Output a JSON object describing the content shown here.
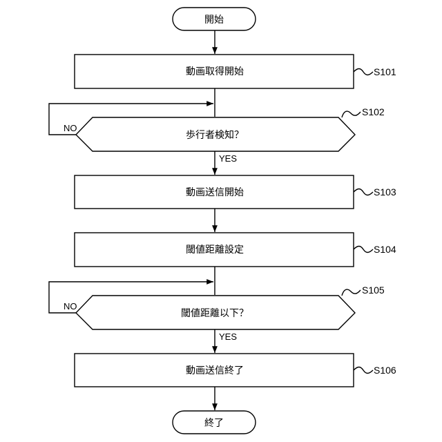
{
  "flowchart": {
    "start": {
      "label": "開始"
    },
    "end": {
      "label": "終了"
    },
    "steps": [
      {
        "id": "S101",
        "label": "動画取得開始",
        "kind": "process"
      },
      {
        "id": "S102",
        "label": "歩行者検知？",
        "kind": "decision",
        "yes": "YES",
        "no": "NO"
      },
      {
        "id": "S103",
        "label": "動画送信開始",
        "kind": "process"
      },
      {
        "id": "S104",
        "label": "閾値距離設定",
        "kind": "process"
      },
      {
        "id": "S105",
        "label": "閾値距離以下？",
        "kind": "decision",
        "yes": "YES",
        "no": "NO"
      },
      {
        "id": "S106",
        "label": "動画送信終了",
        "kind": "process"
      }
    ]
  }
}
